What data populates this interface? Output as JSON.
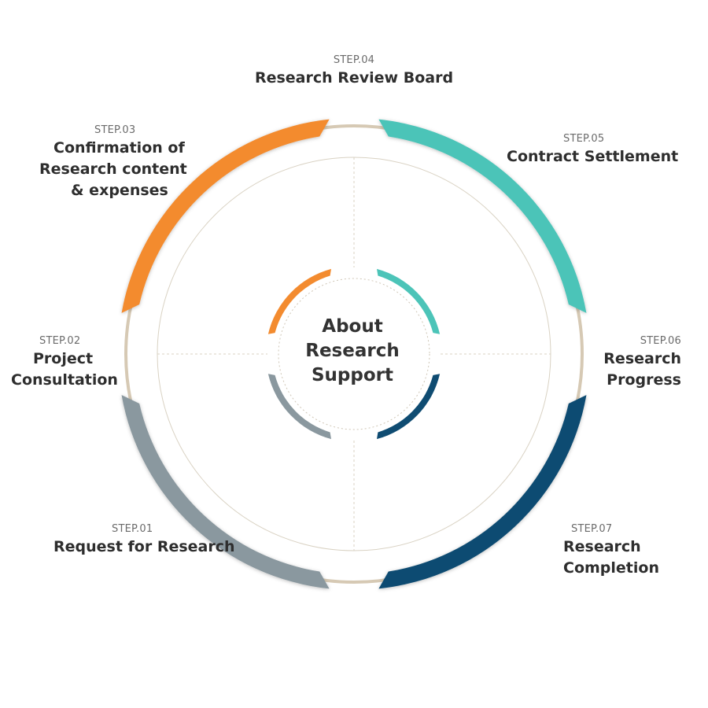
{
  "colors": {
    "orange": "#f38b2f",
    "teal": "#4cc4b8",
    "navy": "#0f4c72",
    "gray": "#8a989f",
    "ring": "#d6c9b4",
    "thin_ring": "#d9d2c3"
  },
  "center": {
    "line1": "About",
    "line2": "Research",
    "line3": "Support"
  },
  "steps": [
    {
      "step": "STEP.01",
      "line1": "Request for Research",
      "line2": "",
      "line3": "",
      "color": "#8a989f"
    },
    {
      "step": "STEP.02",
      "line1": "Project",
      "line2": "Consultation",
      "line3": "",
      "color": "#8a989f"
    },
    {
      "step": "STEP.03",
      "line1": "Confirmation of",
      "line2": "Research content",
      "line3": "& expenses",
      "color": "#f38b2f"
    },
    {
      "step": "STEP.04",
      "line1": "Research Review Board",
      "line2": "",
      "line3": "",
      "color": "#d6c9b4"
    },
    {
      "step": "STEP.05",
      "line1": "Contract Settlement",
      "line2": "",
      "line3": "",
      "color": "#4cc4b8"
    },
    {
      "step": "STEP.06",
      "line1": "Research",
      "line2": "Progress",
      "line3": "",
      "color": "#0f4c72"
    },
    {
      "step": "STEP.07",
      "line1": "Research",
      "line2": "Completion",
      "line3": "",
      "color": "#0f4c72"
    }
  ]
}
